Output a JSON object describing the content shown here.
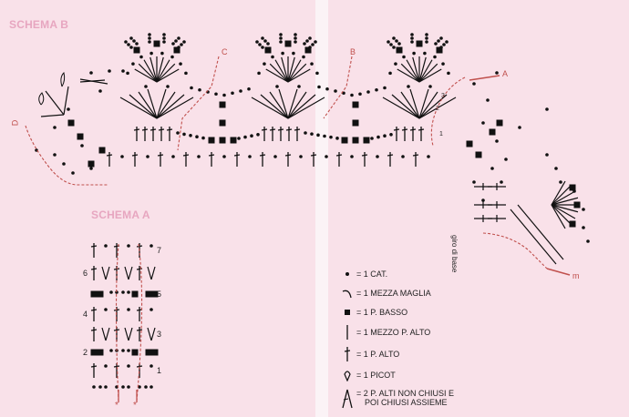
{
  "schema_b": {
    "title": "SCHEMA B",
    "marks": {
      "a": "A",
      "b": "B",
      "c": "C",
      "d": "D",
      "m": "m"
    },
    "row_numbers": [
      "1",
      "2",
      "3"
    ],
    "base_round": "giro di base"
  },
  "schema_a": {
    "title": "SCHEMA A",
    "row_numbers": [
      "1",
      "2",
      "3",
      "4",
      "5",
      "6",
      "7"
    ]
  },
  "legend": [
    {
      "icon": "chain-dot-icon",
      "text": "= 1 CAT."
    },
    {
      "icon": "slip-stitch-arc-icon",
      "text": "= 1 MEZZA MAGLIA"
    },
    {
      "icon": "single-crochet-square-icon",
      "text": "= 1 P. BASSO"
    },
    {
      "icon": "half-double-bar-icon",
      "text": "= 1 MEZZO P. ALTO"
    },
    {
      "icon": "double-crochet-cross-icon",
      "text": "= 1 P. ALTO"
    },
    {
      "icon": "picot-loop-icon",
      "text": "= 1 PICOT"
    },
    {
      "icon": "dc2tog-icon",
      "text": "= 2 P. ALTI NON CHIUSI E",
      "text2": "POI CHIUSI ASSIEME"
    }
  ],
  "colors": {
    "background": "#f9e1e9",
    "ink": "#111111",
    "accent": "#c0504d",
    "title": "#e7a6c0"
  }
}
